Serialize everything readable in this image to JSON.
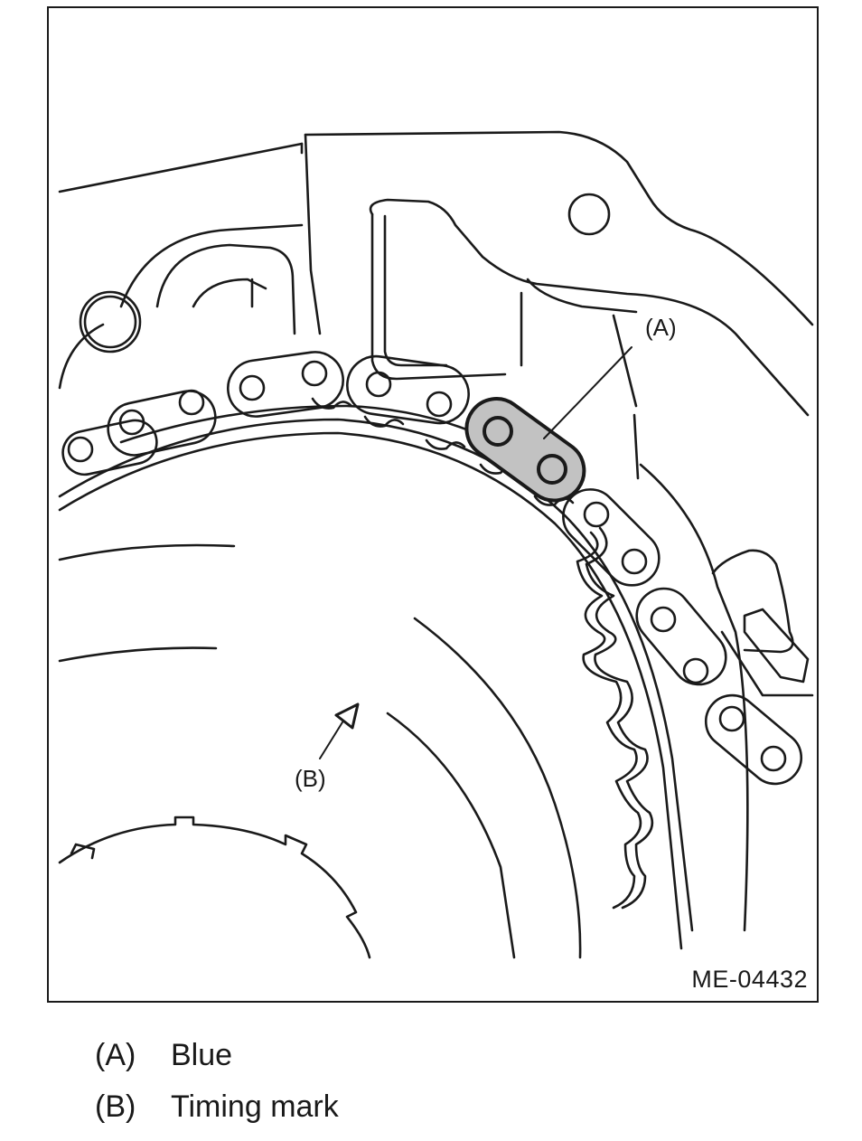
{
  "figure": {
    "id_label": "ME-04432",
    "callouts": {
      "a": "(A)",
      "b": "(B)"
    },
    "highlight_color": "#c2c2c2",
    "line_color": "#1a1a1a"
  },
  "legend": [
    {
      "key": "(A)",
      "text": "Blue"
    },
    {
      "key": "(B)",
      "text": "Timing mark"
    }
  ]
}
